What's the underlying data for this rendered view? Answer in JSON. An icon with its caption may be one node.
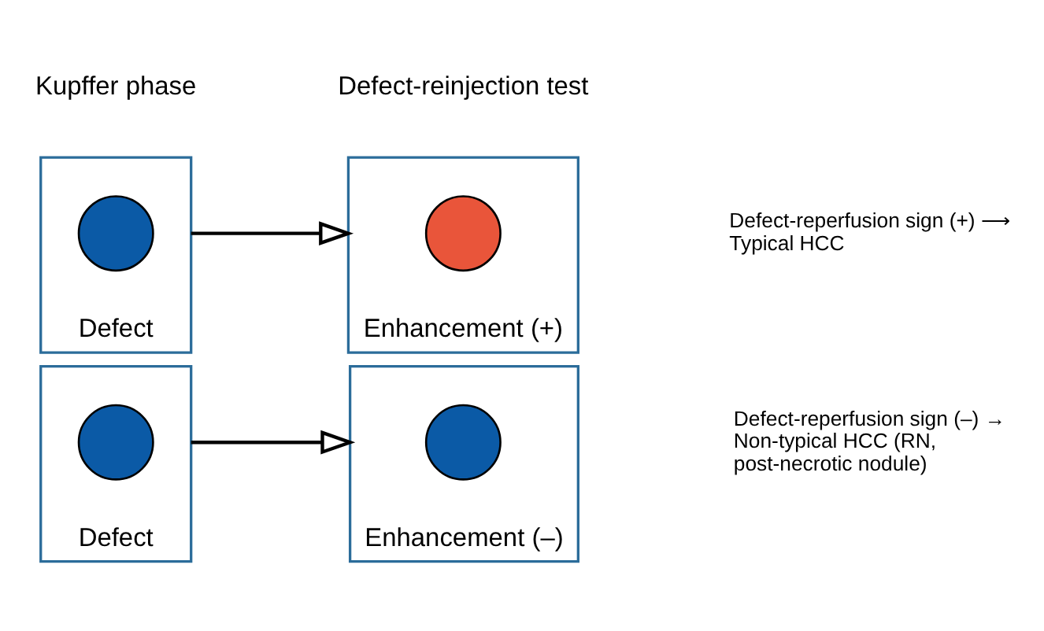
{
  "diagram": {
    "nodes": [
      {
        "text": [],
        "shape": "box",
        "beside": [
          "Defect"
        ]
      },
      {
        "text": [],
        "shape": "circle",
        "in": 0
      },
      {
        "text": [],
        "shape": "box",
        "beside": [
          "Enhancement (+)"
        ]
      },
      {
        "text": [],
        "shape": "circle",
        "in": 2
      },
      {
        "text": [],
        "shape": "box",
        "beside": [
          "Defect"
        ]
      },
      {
        "text": [],
        "shape": "circle",
        "in": 4
      },
      {
        "text": [],
        "shape": "box",
        "beside": [
          "Enhancement (–)"
        ]
      },
      {
        "text": [],
        "shape": "circle",
        "in": 6
      }
    ],
    "edges": [
      {
        "from": 0,
        "to": 2,
        "arrow": "to"
      },
      {
        "from": 4,
        "to": 6,
        "arrow": "to"
      }
    ],
    "labels": [
      "Kupffer phase",
      "Defect-reinjection test",
      "Defect-reperfusion sign (+) ⟶ Typical HCC",
      "Defect-reperfusion sign (–) → Non-typical HCC (RN, post-necrotic nodule)"
    ]
  }
}
